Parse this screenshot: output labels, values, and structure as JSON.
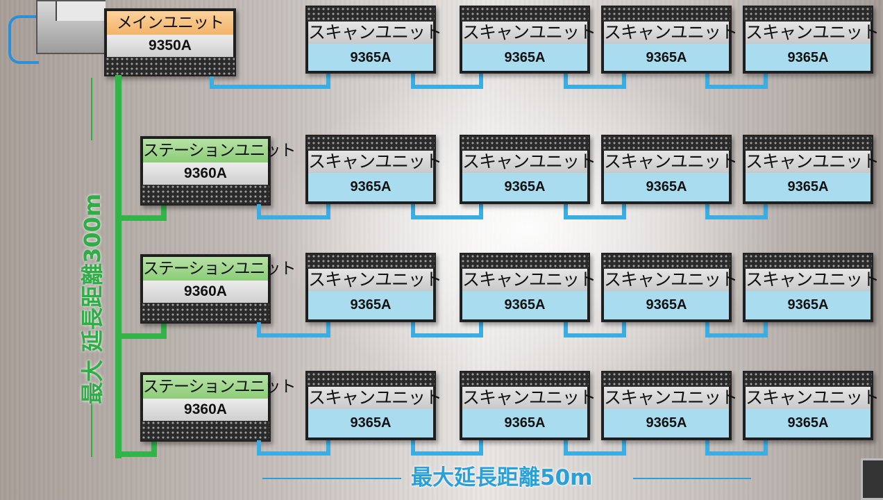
{
  "main_unit": {
    "name": "メインユニット",
    "model": "9350A"
  },
  "station_units": [
    {
      "name": "ステーションユニット",
      "model": "9360A"
    },
    {
      "name": "ステーションユニット",
      "model": "9360A"
    },
    {
      "name": "ステーションユニット",
      "model": "9360A"
    }
  ],
  "scan_rows": [
    [
      {
        "name": "スキャンユニット",
        "model": "9365A"
      },
      {
        "name": "スキャンユニット",
        "model": "9365A"
      },
      {
        "name": "スキャンユニット",
        "model": "9365A"
      },
      {
        "name": "スキャンユニット",
        "model": "9365A"
      }
    ],
    [
      {
        "name": "スキャンユニット",
        "model": "9365A"
      },
      {
        "name": "スキャンユニット",
        "model": "9365A"
      },
      {
        "name": "スキャンユニット",
        "model": "9365A"
      },
      {
        "name": "スキャンユニット",
        "model": "9365A"
      }
    ],
    [
      {
        "name": "スキャンユニット",
        "model": "9365A"
      },
      {
        "name": "スキャンユニット",
        "model": "9365A"
      },
      {
        "name": "スキャンユニット",
        "model": "9365A"
      },
      {
        "name": "スキャンユニット",
        "model": "9365A"
      }
    ],
    [
      {
        "name": "スキャンユニット",
        "model": "9365A"
      },
      {
        "name": "スキャンユニット",
        "model": "9365A"
      },
      {
        "name": "スキャンユニット",
        "model": "9365A"
      },
      {
        "name": "スキャンユニット",
        "model": "9365A"
      }
    ]
  ],
  "labels": {
    "horizontal_max": "最大延長距離50m",
    "vertical_max": "最大 延長距離300m"
  },
  "colors": {
    "scan_blue": "#a8dcee",
    "station_green": "#8ccc78",
    "main_orange": "#f3b46a",
    "bus_blue": "#3aaee3",
    "bus_green": "#33b449"
  }
}
